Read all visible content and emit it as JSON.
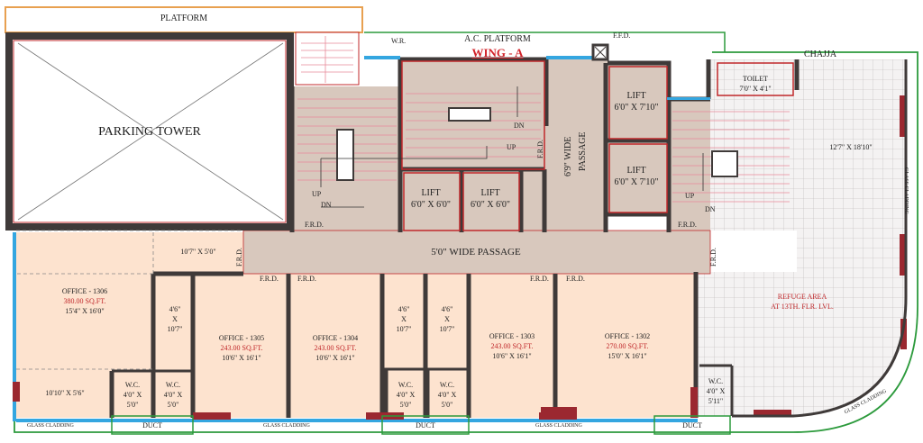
{
  "plan": {
    "top_platform": "PLATFORM",
    "wr": "W.R.",
    "ac_platform": "A.C. PLATFORM",
    "wing": "WING - A",
    "ffd": "F.F.D.",
    "chajja": "CHAJJA",
    "parking": "PARKING TOWER",
    "toilet": "TOILET",
    "toilet_size": "7'0\" X 4'1\"",
    "room_size_right": "12'7\" X 18'10\"",
    "lift_a": "LIFT",
    "lift_a_size": "6'0\" X 7'10\"",
    "lift_b": "LIFT",
    "lift_b_size": "6'0\" X 7'10\"",
    "lift_c": "LIFT",
    "lift_c_size": "6'0\" X 6'0\"",
    "lift_d": "LIFT",
    "lift_d_size": "6'0\" X 6'0\"",
    "passage_vertical_1": "6'9\" WIDE",
    "passage_vertical_2": "PASSAGE",
    "passage_main": "5'0\" WIDE PASSAGE",
    "frd": "F.R.D.",
    "up": "UP",
    "dn": "DN",
    "lobby_size": "10'7\" X 5'0\"",
    "office_1306": "OFFICE - 1306",
    "office_1306_area": "380.00 SQ.FT.",
    "office_1306_size": "15'4\" X 16'0\"",
    "office_1305": "OFFICE - 1305",
    "office_1305_area": "243.00 SQ.FT.",
    "office_1305_size": "10'6\" X 16'1\"",
    "office_1304": "OFFICE - 1304",
    "office_1304_area": "243.00 SQ.FT.",
    "office_1304_size": "10'6\" X 16'1\"",
    "office_1303": "OFFICE - 1303",
    "office_1303_area": "243.00 SQ.FT.",
    "office_1303_size": "10'6\" X 16'1\"",
    "office_1302": "OFFICE - 1302",
    "office_1302_area": "270.00 SQ.FT.",
    "office_1302_size": "15'0\" X 16'1\"",
    "store_size_1": "4'6\"",
    "store_size_x": "X",
    "store_size_2": "10'7\"",
    "wc": "W.C.",
    "wc_size_1": "4'0\" X",
    "wc_size_2": "5'0\"",
    "wc_size_3": "5'11\"",
    "small_room": "10'10\" X 5'6\"",
    "refuge_1": "REFUGE AREA",
    "refuge_2": "AT 13TH. FLR. LVL.",
    "glass_cladding": "GLASS CLADDING",
    "duct": "DUCT"
  },
  "colors": {
    "wall": "#3f3a39",
    "office_fill": "#fde3cf",
    "core_fill": "#d8c8bd",
    "outline_red": "#c0282b",
    "green": "#2c9a3c",
    "blue_glass": "#34a6e0",
    "orange": "#e8a050"
  }
}
